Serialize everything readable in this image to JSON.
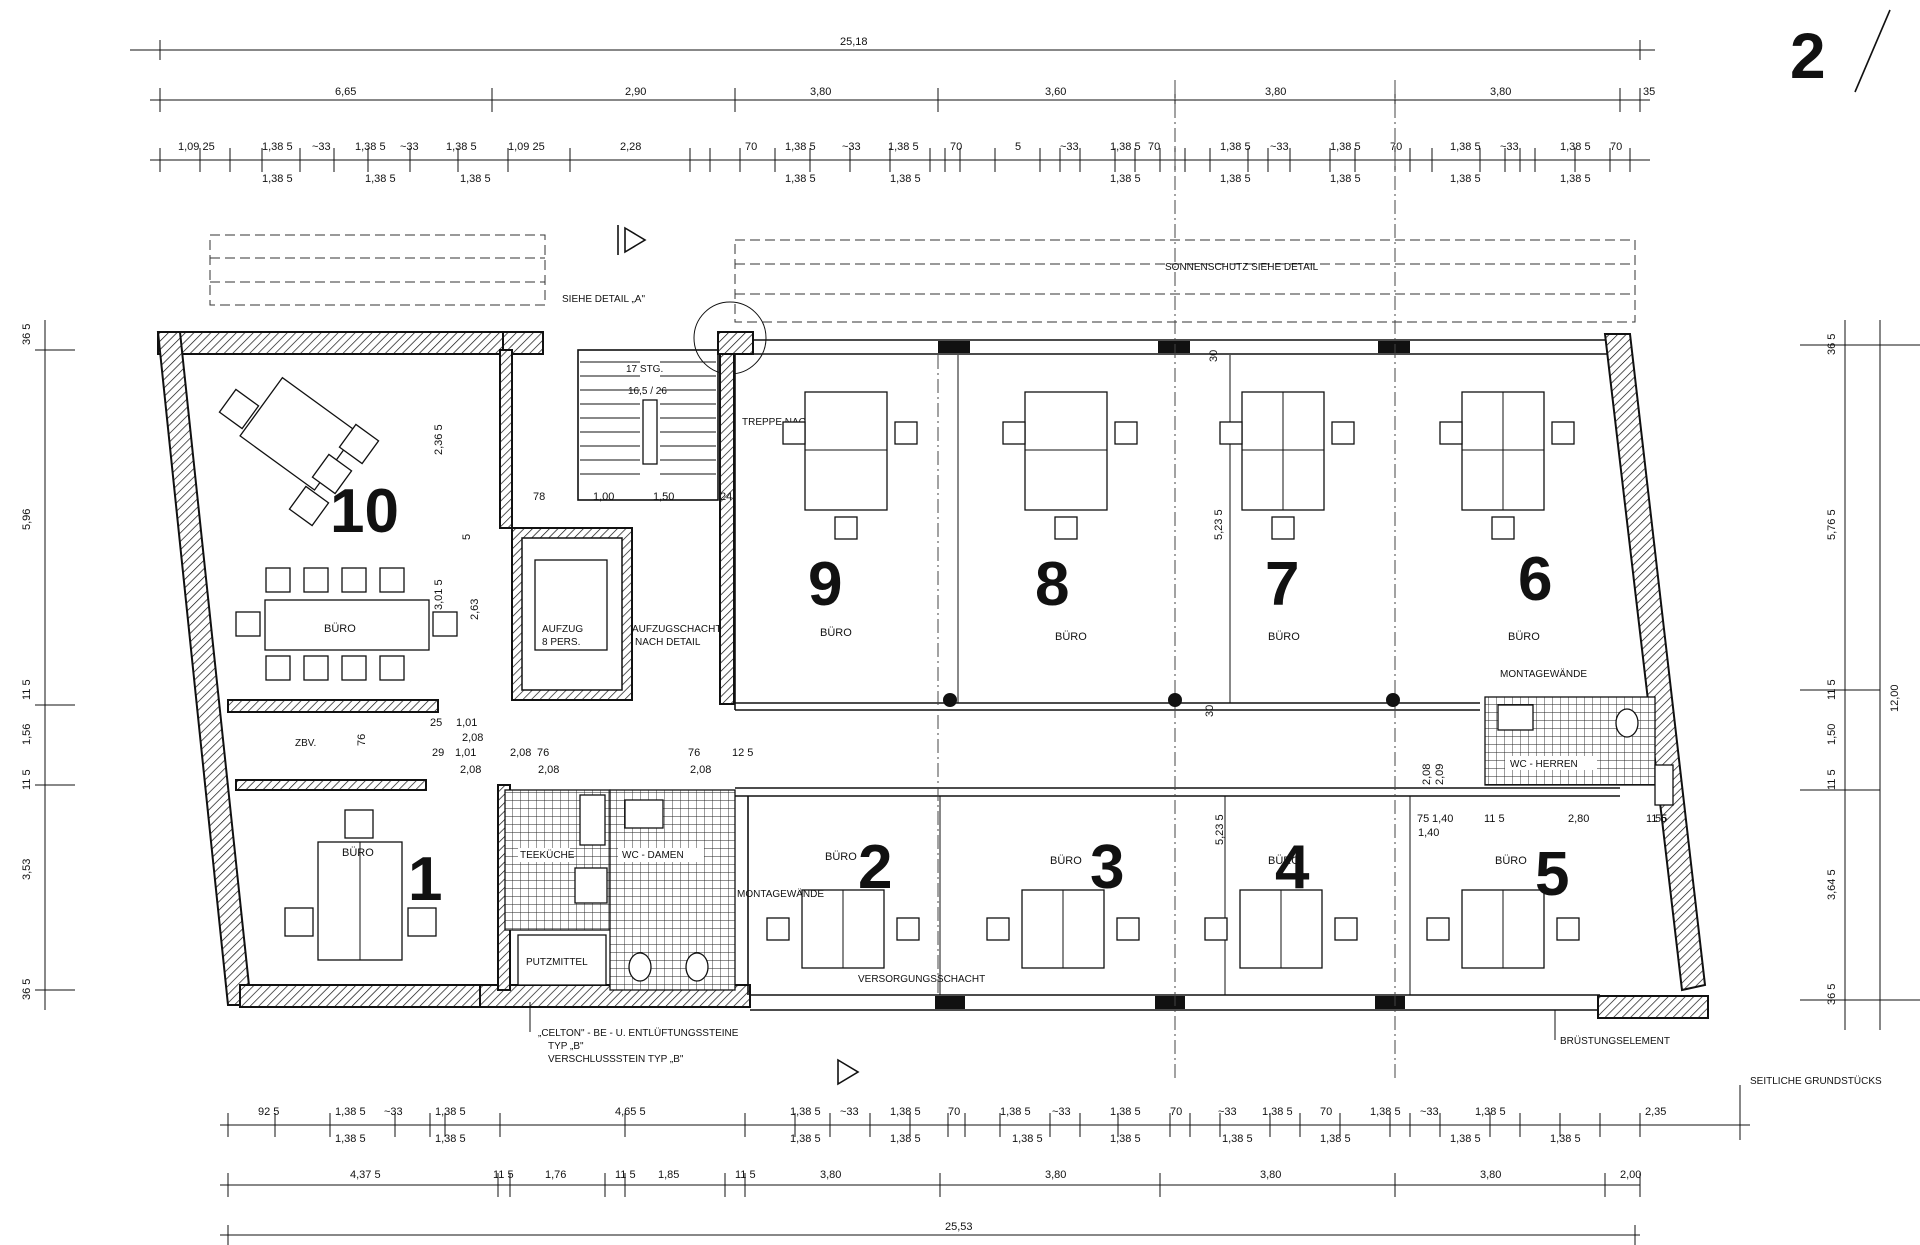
{
  "sheet_mark": "2",
  "rooms": [
    {
      "number": "10",
      "label": "BÜRO"
    },
    {
      "number": "9",
      "label": "BÜRO"
    },
    {
      "number": "8",
      "label": "BÜRO"
    },
    {
      "number": "7",
      "label": "BÜRO"
    },
    {
      "number": "6",
      "label": "BÜRO"
    },
    {
      "number": "1",
      "label": "BÜRO"
    },
    {
      "number": "2",
      "label": "BÜRO"
    },
    {
      "number": "3",
      "label": "BÜRO"
    },
    {
      "number": "4",
      "label": "BÜRO"
    },
    {
      "number": "5",
      "label": "BÜRO"
    }
  ],
  "service_rooms": {
    "zbv": "ZBV.",
    "teekueche": "TEEKÜCHE",
    "wc_damen": "WC - DAMEN",
    "wc_herren": "WC - HERREN",
    "putzmittel": "PUTZMITTEL",
    "aufzug_1": "AUFZUG",
    "aufzug_2": "8 PERS."
  },
  "annotations": {
    "siehe_detail_a": "SIEHE DETAIL „A\"",
    "sonnenschutz": "SONNENSCHUTZ SIEHE DETAIL",
    "treppe": "TREPPE NACH DETAIL",
    "aufzugschacht_1": "AUFZUGSCHACHT",
    "aufzugschacht_2": "NACH DETAIL",
    "montagewaende_top": "MONTAGEWÄNDE",
    "montagewaende_bottom": "MONTAGEWÄNDE",
    "versorgungsschacht": "VERSORGUNGSSCHACHT",
    "celton_1": "„CELTON\" - BE - U. ENTLÜFTUNGSSTEINE",
    "celton_2": "TYP „B\"",
    "celton_3": "VERSCHLUSSSTEIN TYP „B\"",
    "bruestungselement": "BRÜSTUNGSELEMENT",
    "seitliche": "SEITLICHE GRUNDSTÜCKS",
    "stair_steps": "17 STG.",
    "stair_tread": "16,5 / 26"
  },
  "dimensions": {
    "top_total": "25,18",
    "top_row2": [
      "6,65",
      "2,90",
      "3,80",
      "3,60",
      "3,80",
      "3,80",
      "35"
    ],
    "top_row3_upper": [
      "1,09 25",
      "1,38 5",
      "~33",
      "1,38 5",
      "~33",
      "1,38 5",
      "1,09 25",
      "2,28",
      "70",
      "1,38 5",
      "~33",
      "1,38 5",
      "70",
      "5",
      "~33",
      "1,38 5",
      "70",
      "1,38 5",
      "~33",
      "1,38 5",
      "70",
      "1,38 5",
      "~33",
      "1,38 5",
      "70"
    ],
    "top_row3_lower": [
      "1,38 5",
      "1,38 5",
      "1,38 5",
      "1,38 5",
      "1,38 5",
      "1,38 5",
      "1,38 5",
      "1,38 5",
      "1,38 5",
      "1,38 5"
    ],
    "bottom_row1_upper": [
      "92 5",
      "1,38 5",
      "~33",
      "1,38 5",
      "4,65 5",
      "1,38 5",
      "~33",
      "1,38 5",
      "70",
      "1,38 5",
      "~33",
      "1,38 5",
      "70",
      "~33",
      "1,38 5",
      "70",
      "1,38 5",
      "~33",
      "1,38 5",
      "2,35"
    ],
    "bottom_row1_lower": [
      "1,38 5",
      "1,38 5",
      "1,38 5",
      "1,38 5",
      "1,38 5",
      "1,38 5",
      "1,38 5",
      "1,38 5",
      "1,38 5",
      "1,38 5"
    ],
    "bottom_row2": [
      "4,37 5",
      "11 5",
      "1,76",
      "11 5",
      "1,85",
      "11 5",
      "3,80",
      "3,80",
      "3,80",
      "3,80",
      "2,00"
    ],
    "bottom_total": "25,53",
    "left": [
      "36 5",
      "5,96",
      "11 5",
      "1,56",
      "11 5",
      "3,53",
      "36 5"
    ],
    "right": [
      "36 5",
      "5,76 5",
      "11 5",
      "1,50",
      "11 5",
      "3,64 5",
      "36 5"
    ],
    "right_total": "12,00",
    "interior": [
      "78",
      "1,00",
      "1,50",
      "24",
      "2,36 5",
      "3,01 5",
      "2,63",
      "5",
      "25",
      "1,01",
      "2,08",
      "76",
      "2,08",
      "29",
      "1,01",
      "2,08",
      "76",
      "2,08",
      "76",
      "2,08",
      "12 5",
      "5,23 5",
      "5,23 5",
      "1,40",
      "11 5",
      "2,80",
      "11 5",
      "2,08",
      "2,09",
      "75",
      "1,40",
      "30",
      "30",
      "55"
    ]
  }
}
